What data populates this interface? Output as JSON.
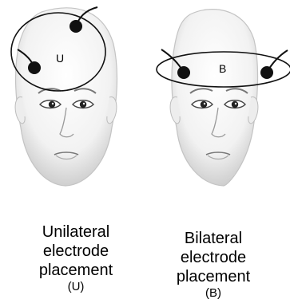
{
  "unilateral": {
    "marker": "U",
    "caption_lines": [
      "Unilateral",
      "electrode",
      "placement"
    ],
    "abbr": "(U)"
  },
  "bilateral": {
    "marker": "B",
    "caption_lines": [
      "Bilateral",
      "electrode",
      "placement"
    ],
    "abbr": "(B)"
  }
}
